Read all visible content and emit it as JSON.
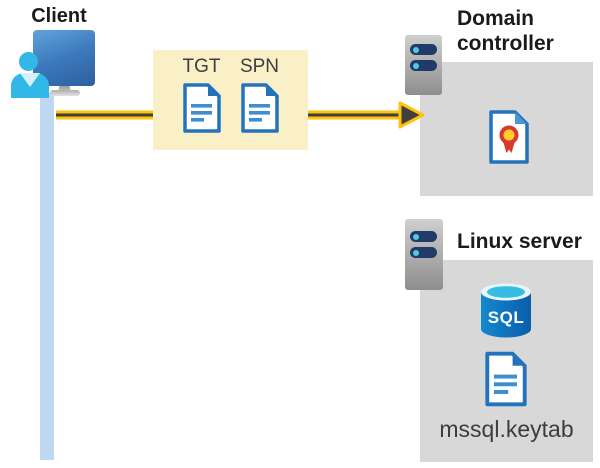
{
  "diagram": {
    "client": {
      "label": "Client"
    },
    "ticket_box": {
      "tgt_label": "TGT",
      "spn_label": "SPN"
    },
    "domain_controller": {
      "label": "Domain controller"
    },
    "linux_server": {
      "label": "Linux server",
      "sql_label": "SQL",
      "keytab_label": "mssql.keytab"
    },
    "icons": {
      "client": "person-at-monitor-icon",
      "ticket_documents": "document-icon",
      "domain_controller": "server-icon",
      "certificate": "certificate-icon",
      "linux_server": "server-icon",
      "database": "sql-database-icon",
      "keytab_file": "document-icon"
    }
  },
  "colors": {
    "arrow_yellow": "#FFC30B",
    "arrow_dark": "#404040",
    "ticket_box_bg": "#FAF0C8",
    "panel_gray": "#D8D8D8",
    "timeline_blue": "#BFD8F2",
    "document_blue": "#2373BC",
    "sql_blue": "#0E6FB8",
    "person_cyan": "#31B8E6",
    "monitor_blue": "#3C79BC",
    "server_slot_navy": "#1F3B66",
    "certificate_gold": "#FFCE29",
    "certificate_red": "#D8392F",
    "title_text": "#1B1B1B"
  }
}
